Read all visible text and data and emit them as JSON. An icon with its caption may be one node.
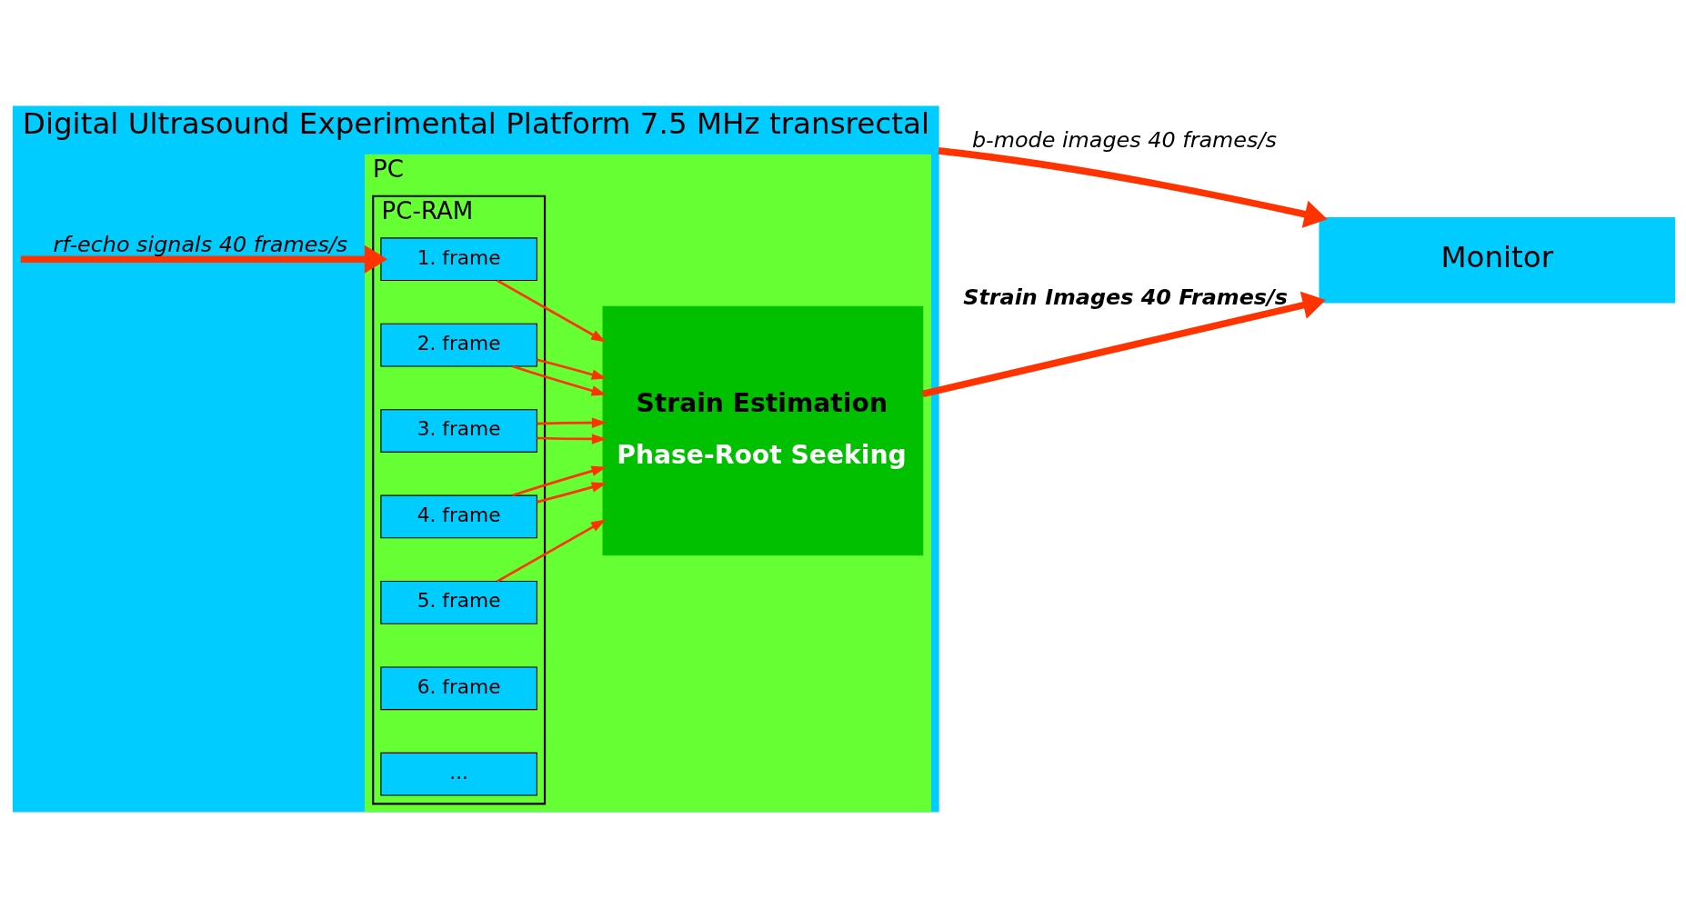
{
  "diagram": {
    "nodes": [
      {
        "text": [
          "Digital Ultrasound Experimental Platform 7.5 MHz transrectal"
        ]
      },
      {
        "text": [
          "PC"
        ],
        "in": 0
      },
      {
        "text": [
          "PC-RAM"
        ],
        "in": 1
      },
      {
        "text": [
          "1. frame"
        ],
        "in": 2
      },
      {
        "text": [
          "2. frame"
        ],
        "in": 2
      },
      {
        "text": [
          "3. frame"
        ],
        "in": 2
      },
      {
        "text": [
          "4. frame"
        ],
        "in": 2
      },
      {
        "text": [
          "5. frame"
        ],
        "in": 2
      },
      {
        "text": [
          "6. frame"
        ],
        "in": 2
      },
      {
        "text": [
          "..."
        ],
        "in": 2
      },
      {
        "text": [
          "Strain Estimation",
          "Phase-Root Seeking"
        ],
        "in": 1
      },
      {
        "text": [
          "Monitor"
        ]
      }
    ],
    "edges": [
      {
        "from": 0,
        "to": 3,
        "arrow": "to",
        "label": "rf-echo signals 40 frames/s",
        "style": "thick"
      },
      {
        "from": 0,
        "to": 11,
        "arrow": "to",
        "label": "b-mode images 40 frames/s",
        "style": "thick"
      },
      {
        "from": 3,
        "to": 10,
        "arrow": "to"
      },
      {
        "from": 4,
        "to": 10,
        "arrow": "to"
      },
      {
        "from": 4,
        "to": 10,
        "arrow": "to"
      },
      {
        "from": 5,
        "to": 10,
        "arrow": "to"
      },
      {
        "from": 5,
        "to": 10,
        "arrow": "to"
      },
      {
        "from": 6,
        "to": 10,
        "arrow": "to"
      },
      {
        "from": 6,
        "to": 10,
        "arrow": "to"
      },
      {
        "from": 7,
        "to": 10,
        "arrow": "to"
      },
      {
        "from": 10,
        "to": 11,
        "arrow": "to",
        "label": "Strain Images 40 Frames/s",
        "style": "thick"
      }
    ]
  }
}
